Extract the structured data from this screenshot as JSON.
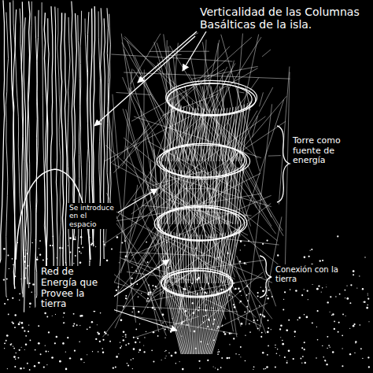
{
  "diagram": {
    "labels": [
      "Verticalidad de las Columnas Basálticas de la isla.",
      "Torre como fuente de energía",
      "Se introduce en el espacio",
      "Conexión con la tierra",
      "Red de Energía que Provee la tierra"
    ]
  }
}
